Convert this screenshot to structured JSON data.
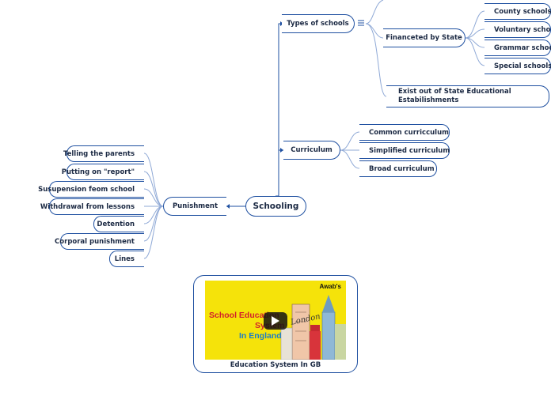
{
  "root": {
    "label": "Schooling"
  },
  "branches": {
    "types": {
      "label": "Types of schools"
    },
    "financed": {
      "label": "Financeted by State"
    },
    "financed_children": [
      {
        "label": "County schools"
      },
      {
        "label": "Voluntary schools"
      },
      {
        "label": "Grammar schools"
      },
      {
        "label": "Special schools"
      }
    ],
    "exist": {
      "label": "Exist out of State Educational Estabilishments"
    },
    "curriculum": {
      "label": "Curriculum"
    },
    "curriculum_children": [
      {
        "label": "Common curricculum"
      },
      {
        "label": "Simplified curriculum"
      },
      {
        "label": "Broad curriculum"
      }
    ],
    "punishment": {
      "label": "Punishment"
    },
    "punishment_children": [
      {
        "label": "Telling the parents"
      },
      {
        "label": "Putting on \"report\""
      },
      {
        "label": "Susupension feom school"
      },
      {
        "label": "Withdrawal from lessons"
      },
      {
        "label": "Detention"
      },
      {
        "label": "Corporal punishment"
      },
      {
        "label": "Lines"
      }
    ]
  },
  "video": {
    "caption": "Education System In GB",
    "thumbnail": {
      "line1": "School Education",
      "line2": "System",
      "line3": "In England",
      "brand": "Awab's",
      "city": "London"
    }
  },
  "colors": {
    "line": "#1e4fa0",
    "node_text": "#1c2a44",
    "thumb_bg": "#f5e30a"
  }
}
